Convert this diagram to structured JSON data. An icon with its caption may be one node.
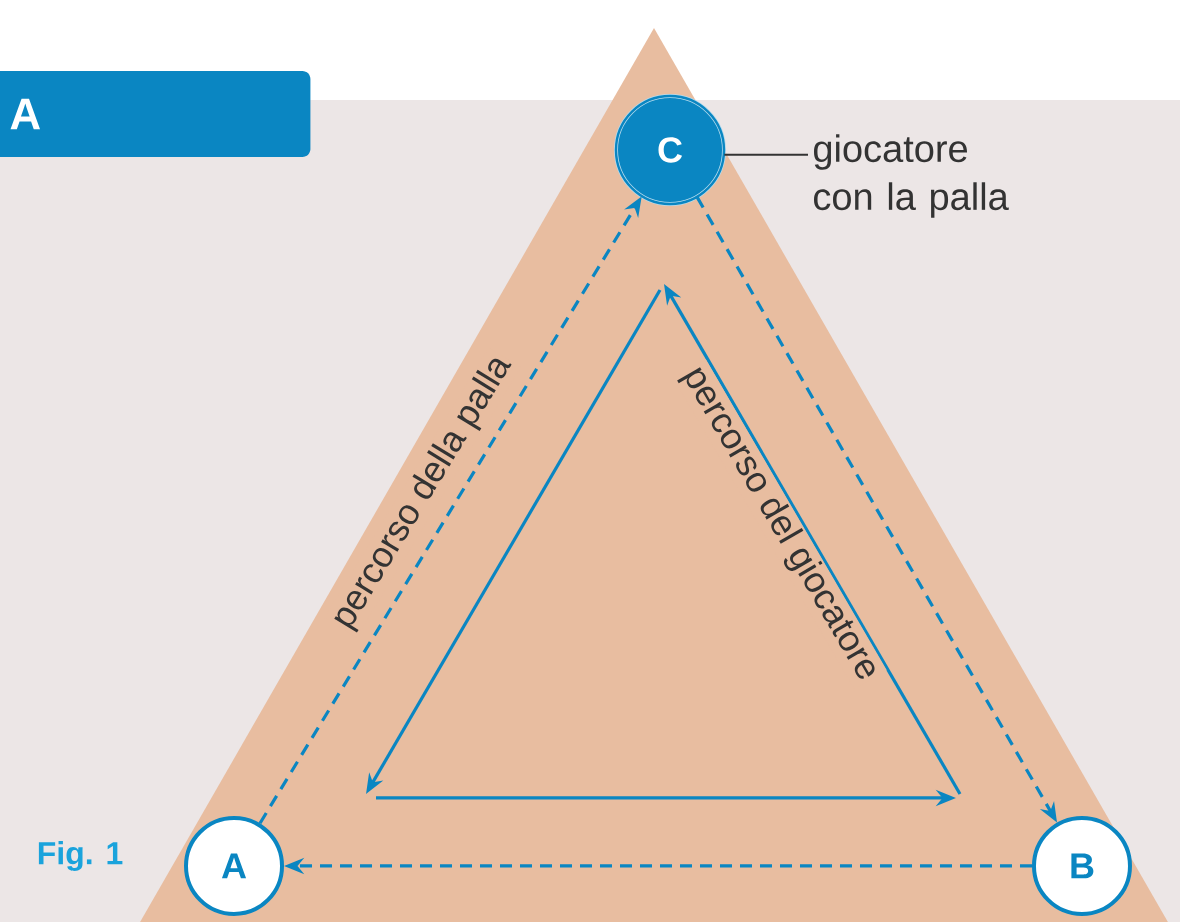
{
  "diagram": {
    "nodes": [
      {
        "text": [
          "C"
        ]
      },
      {
        "text": [
          "B"
        ]
      },
      {
        "text": [
          "A"
        ]
      },
      {
        "text": [
          "giocatore con la palla"
        ]
      }
    ],
    "edges": [
      {
        "from": 2,
        "to": 0,
        "arrow": "to",
        "style": "dashed",
        "label": "percorso della palla"
      },
      {
        "from": 0,
        "to": 1,
        "arrow": "to",
        "style": "dashed"
      },
      {
        "from": 1,
        "to": 2,
        "arrow": "to",
        "style": "dashed"
      },
      {
        "from": 3,
        "to": 0,
        "arrow": "none",
        "color": "#333333"
      }
    ],
    "labels": [
      "A",
      "percorso del giocatore",
      "Fig. 1"
    ]
  }
}
